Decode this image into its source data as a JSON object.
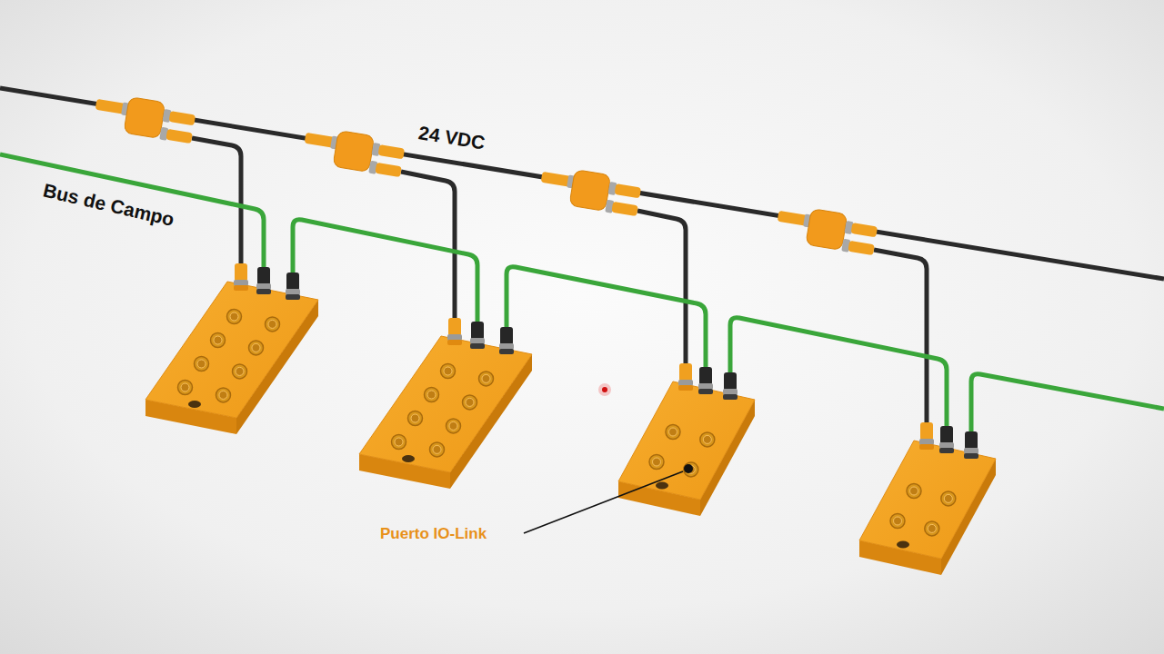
{
  "diagram": {
    "labels": [
      "Bus de Campo",
      "24 VDC",
      "Puerto IO-Link"
    ]
  }
}
